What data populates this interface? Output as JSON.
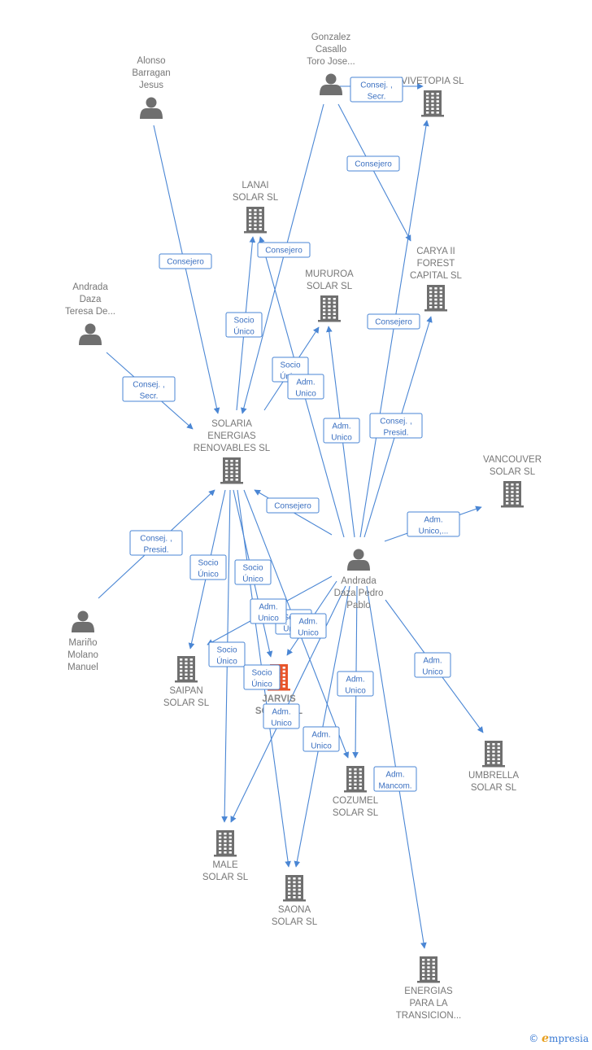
{
  "nodes": [
    {
      "id": "alonso",
      "type": "person",
      "lines": [
        "Alonso",
        "Barragan",
        "Jesus"
      ]
    },
    {
      "id": "gonzalez",
      "type": "person",
      "lines": [
        "Gonzalez",
        "Casallo",
        "Toro Jose..."
      ]
    },
    {
      "id": "vivetopia",
      "type": "company",
      "lines": [
        "VIVETOPIA  SL"
      ]
    },
    {
      "id": "lanai",
      "type": "company",
      "lines": [
        "LANAI",
        "SOLAR  SL"
      ]
    },
    {
      "id": "carya",
      "type": "company",
      "lines": [
        "CARYA II",
        "FOREST",
        "CAPITAL SL"
      ]
    },
    {
      "id": "mururoa",
      "type": "company",
      "lines": [
        "MURUROA",
        "SOLAR  SL"
      ]
    },
    {
      "id": "teresa",
      "type": "person",
      "lines": [
        "Andrada",
        "Daza",
        "Teresa De..."
      ]
    },
    {
      "id": "solaria",
      "type": "company",
      "lines": [
        "SOLARIA",
        "ENERGIAS",
        "RENOVABLES SL"
      ]
    },
    {
      "id": "vancouver",
      "type": "company",
      "lines": [
        "VANCOUVER",
        "SOLAR  SL"
      ]
    },
    {
      "id": "pedro",
      "type": "person",
      "lines": [
        "Andrada",
        "Daza Pedro",
        "Pablo"
      ]
    },
    {
      "id": "marino",
      "type": "person",
      "lines": [
        "Mariño",
        "Molano",
        "Manuel"
      ]
    },
    {
      "id": "saipan",
      "type": "company",
      "lines": [
        "SAIPAN",
        "SOLAR  SL"
      ]
    },
    {
      "id": "jarvis",
      "type": "focus",
      "lines": [
        "JARVIS",
        "SOLAR SL"
      ]
    },
    {
      "id": "umbrella",
      "type": "company",
      "lines": [
        "UMBRELLA",
        "SOLAR SL"
      ]
    },
    {
      "id": "cozumel",
      "type": "company",
      "lines": [
        "COZUMEL",
        "SOLAR  SL"
      ]
    },
    {
      "id": "male",
      "type": "company",
      "lines": [
        "MALE",
        "SOLAR  SL"
      ]
    },
    {
      "id": "saona",
      "type": "company",
      "lines": [
        "SAONA",
        "SOLAR  SL"
      ]
    },
    {
      "id": "energias",
      "type": "company",
      "lines": [
        "ENERGIAS",
        "PARA LA",
        "TRANSICION..."
      ]
    }
  ],
  "edges": [
    {
      "from": "alonso",
      "to": "solaria",
      "lines": [
        "Consejero"
      ]
    },
    {
      "from": "gonzalez",
      "to": "solaria",
      "lines": [
        "Consejero"
      ]
    },
    {
      "from": "gonzalez",
      "to": "carya",
      "lines": [
        "Consejero"
      ]
    },
    {
      "from": "gonzalez",
      "to": "vivetopia",
      "lines": [
        "Consej. ,",
        "Secr."
      ]
    },
    {
      "from": "teresa",
      "to": "solaria",
      "lines": [
        "Consej. ,",
        "Secr."
      ]
    },
    {
      "from": "solaria",
      "to": "lanai",
      "lines": [
        "Socio",
        "Único"
      ]
    },
    {
      "from": "solaria",
      "to": "mururoa",
      "lines": [
        "Socio",
        "Único"
      ]
    },
    {
      "from": "pedro",
      "to": "lanai",
      "lines": [
        "Adm.",
        "Unico"
      ]
    },
    {
      "from": "pedro",
      "to": "mururoa",
      "lines": [
        "Adm.",
        "Unico"
      ]
    },
    {
      "from": "pedro",
      "to": "vivetopia",
      "lines": [
        "Consej. ,",
        "Presid."
      ]
    },
    {
      "from": "pedro",
      "to": "carya",
      "lines": [
        "Consejero"
      ]
    },
    {
      "from": "pedro",
      "to": "solaria",
      "lines": [
        "Consejero"
      ]
    },
    {
      "from": "pedro",
      "to": "vancouver",
      "lines": [
        "Adm.",
        "Unico,..."
      ]
    },
    {
      "from": "marino",
      "to": "solaria",
      "lines": [
        "Consej. ,",
        "Presid."
      ]
    },
    {
      "from": "solaria",
      "to": "saipan",
      "lines": [
        "Socio",
        "Único"
      ]
    },
    {
      "from": "solaria",
      "to": "jarvis",
      "lines": [
        "Socio",
        "Único"
      ]
    },
    {
      "from": "solaria",
      "to": "male",
      "lines": [
        "Socio",
        "Único"
      ]
    },
    {
      "from": "solaria",
      "to": "saona",
      "lines": [
        "Socio",
        "Único"
      ]
    },
    {
      "from": "solaria",
      "to": "cozumel",
      "lines": [
        "Socio",
        "Único"
      ]
    },
    {
      "from": "pedro",
      "to": "saipan",
      "lines": [
        "Adm.",
        "Unico"
      ]
    },
    {
      "from": "pedro",
      "to": "jarvis",
      "lines": [
        "Adm.",
        "Unico"
      ]
    },
    {
      "from": "pedro",
      "to": "male",
      "lines": [
        "Adm.",
        "Unico"
      ]
    },
    {
      "from": "pedro",
      "to": "saona",
      "lines": [
        "Adm.",
        "Unico"
      ]
    },
    {
      "from": "pedro",
      "to": "cozumel",
      "lines": [
        "Adm.",
        "Unico"
      ]
    },
    {
      "from": "pedro",
      "to": "umbrella",
      "lines": [
        "Adm.",
        "Unico"
      ]
    },
    {
      "from": "pedro",
      "to": "energias",
      "lines": [
        "Adm.",
        "Mancom."
      ]
    }
  ],
  "brand": {
    "copyright": "©",
    "initial": "e",
    "name": "mpresia"
  },
  "colors": {
    "edge": "#4a86d4",
    "icon": "#6f6f6f",
    "focus": "#e8552b"
  }
}
